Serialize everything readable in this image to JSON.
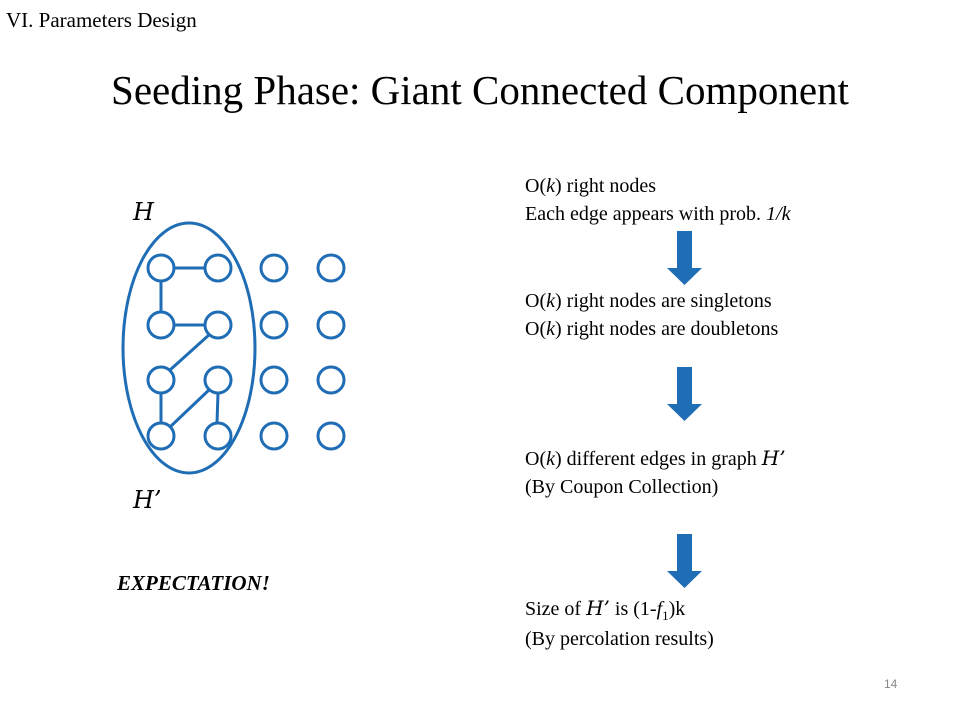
{
  "header": {
    "section": "VI. Parameters Design",
    "title": "Seeding Phase: Giant Connected Component"
  },
  "graph": {
    "label_top": "H",
    "label_bottom": "H’",
    "stroke_color": "#1f6db5",
    "grid": {
      "columns": 4,
      "rows": 4
    }
  },
  "expectation_label": "EXPECTATION!",
  "steps": [
    {
      "line1": {
        "pre": "O(",
        "var": "k",
        "post": ") right nodes"
      },
      "line2": {
        "pre": "Each edge appears with prob. ",
        "var": "1/k"
      }
    },
    {
      "line1": {
        "pre": "O(",
        "var": "k",
        "post": ") right nodes are singletons"
      },
      "line2": {
        "pre": "O(",
        "var": "k",
        "post": ") right nodes are doubletons"
      }
    },
    {
      "line1": {
        "pre": "O(",
        "var": "k",
        "post": ") different edges in graph ",
        "sym": "H’"
      },
      "line2": {
        "text": "(By Coupon Collection)"
      }
    },
    {
      "line1": {
        "pre": "Size of ",
        "sym": "H’",
        "mid": " is (1-",
        "f": "f",
        "sub": "1",
        "post": ")k"
      },
      "line2": {
        "text": "(By percolation results)"
      }
    }
  ],
  "arrow_color": "#1f6db5",
  "page_number": "14"
}
